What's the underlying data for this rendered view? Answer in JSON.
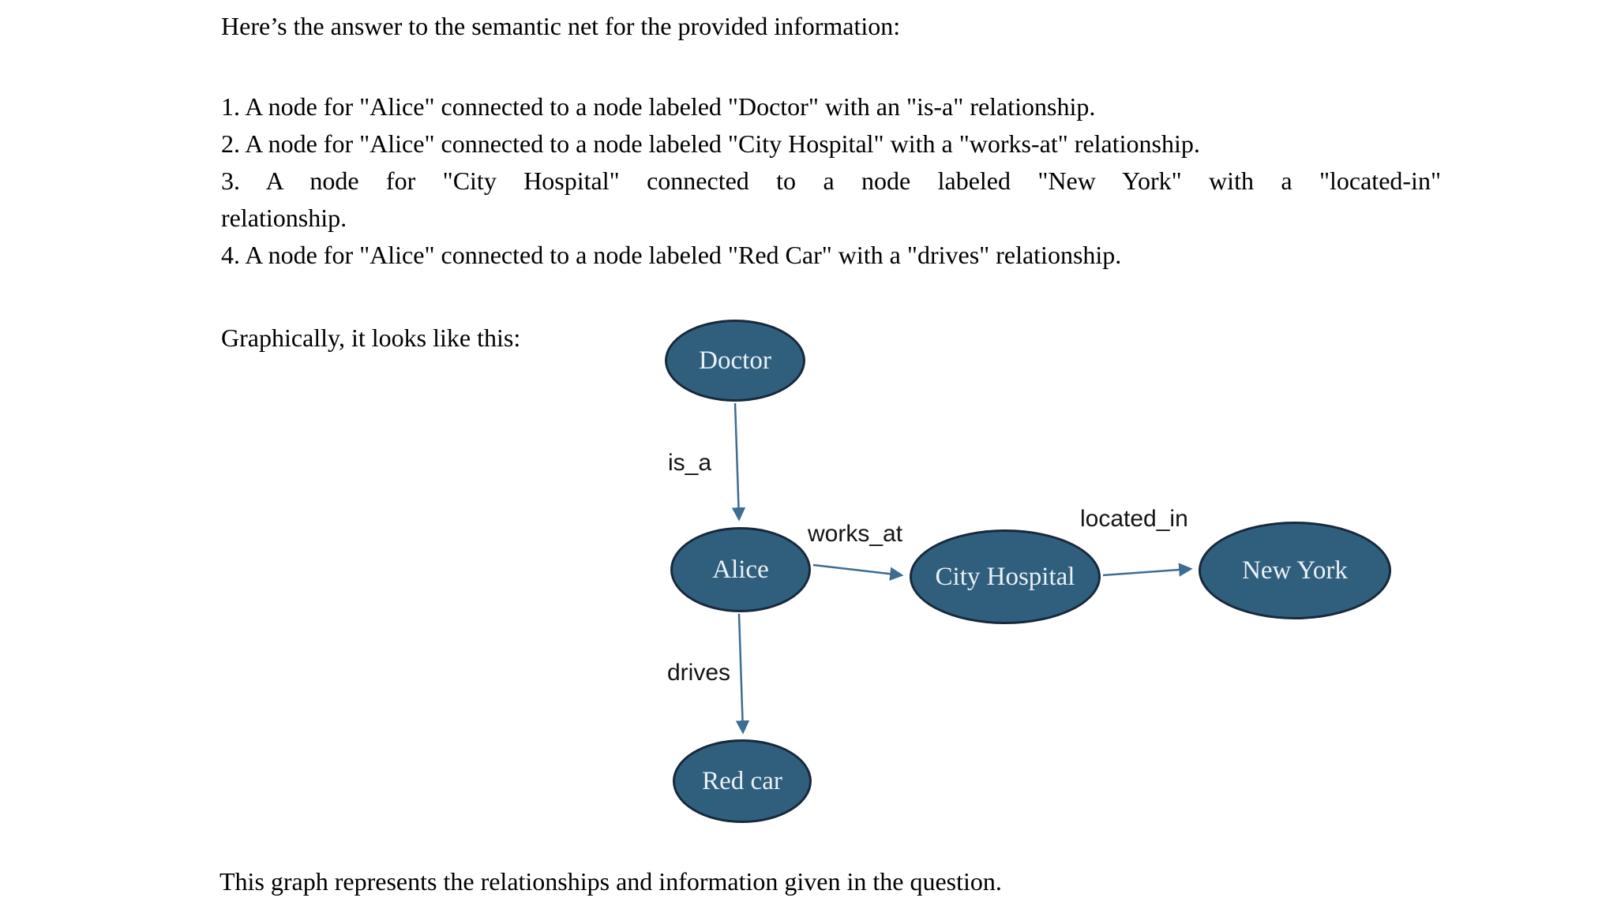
{
  "page": {
    "intro": "Here’s the answer to the semantic net for the provided information:",
    "list": {
      "items": [
        {
          "text": "1. A node for \"Alice\" connected to a node labeled \"Doctor\" with an \"is-a\" relationship."
        },
        {
          "text": "2. A node for \"Alice\" connected to a node labeled \"City Hospital\" with a \"works-at\" relationship."
        },
        {
          "text": "3. A node for \"City Hospital\" connected to a node labeled \"New York\" with a \"located-in\"",
          "continuation": "relationship."
        },
        {
          "text": "4. A node for \"Alice\" connected to a node labeled \"Red Car\" with a \"drives\" relationship."
        }
      ]
    },
    "diagram_caption": "Graphically, it looks like this:",
    "closing": "This graph represents the relationships and information given in the question."
  },
  "diagram": {
    "colors": {
      "node_fill": "#305f7e",
      "node_border": "#17293b",
      "node_text": "#e9f1f7",
      "edge": "#3d6d92",
      "edge_label_text": "#141414"
    },
    "nodes": [
      {
        "id": "doctor",
        "label": "Doctor"
      },
      {
        "id": "alice",
        "label": "Alice"
      },
      {
        "id": "city-hospital",
        "label": "City Hospital"
      },
      {
        "id": "new-york",
        "label": "New York"
      },
      {
        "id": "red-car",
        "label": "Red car"
      }
    ],
    "edges": [
      {
        "label": "is_a",
        "from": "Doctor",
        "to": "Alice"
      },
      {
        "label": "works_at",
        "from": "Alice",
        "to": "City Hospital"
      },
      {
        "label": "located_in",
        "from": "City Hospital",
        "to": "New York"
      },
      {
        "label": "drives",
        "from": "Alice",
        "to": "Red car"
      }
    ]
  }
}
